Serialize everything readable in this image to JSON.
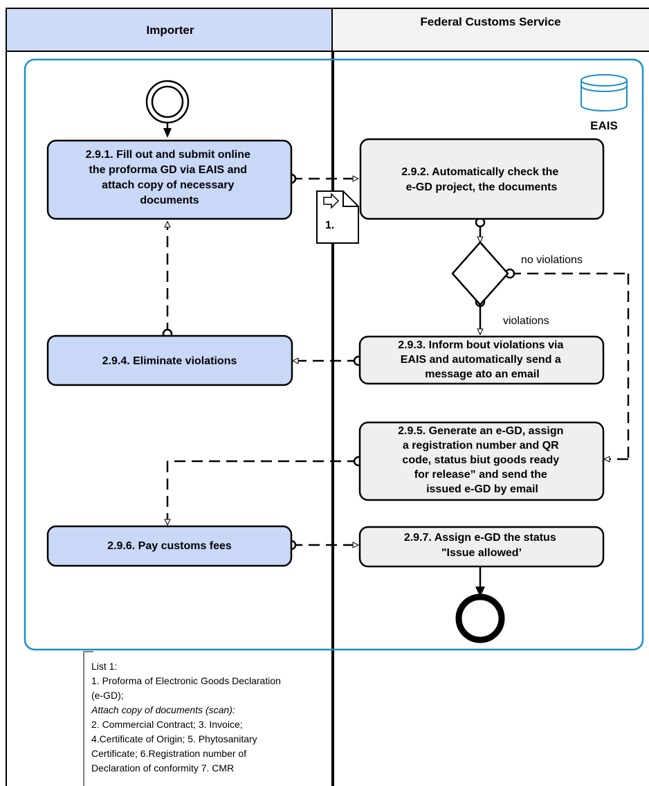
{
  "lanes": {
    "importer": "Importer",
    "customs": "Federal Customs Service"
  },
  "system": {
    "label": "EAIS",
    "icon": "database-icon"
  },
  "steps": {
    "s291": [
      "2.9.1. Fill out and submit online",
      "the proforma GD via  EAIS and",
      "attach copy of necessary",
      "documents"
    ],
    "s292": [
      "2.9.2.  Automatically check the",
      "e-GD project, the documents"
    ],
    "s293": [
      "2.9.3. Inform bout violations via",
      "EAIS and automatically send a",
      "message ato an email"
    ],
    "s294": [
      "2.9.4. Eliminate violations"
    ],
    "s295": [
      "2.9.5. Generate an e-GD, assign",
      "a registration number and QR",
      "code,  status biut goods ready",
      "for release” and  send the",
      "issued e-GD by email"
    ],
    "s296": [
      "2.9.6. Pay customs fees"
    ],
    "s297": [
      "2.9.7. Assign  e-GD the status",
      "\"Issue allowed’"
    ]
  },
  "gateway": {
    "no_violations": "no violations",
    "violations": "violations"
  },
  "document": {
    "label": "1.",
    "icon": "arrow-right-icon"
  },
  "note": {
    "title": "List 1:",
    "line1": "1. Proforma of Electronic Goods Declaration",
    "line2": "(e-GD);",
    "line3": "Attach copy of documents (scan):",
    "line4": "2. Commercial Contract; 3. Invoice;",
    "line5": "4.Certificate of Origin; 5. Phytosanitary",
    "line6": "Certificate; 6.Registration number of",
    "line7": "Declaration of conformity  7. CMR"
  },
  "colors": {
    "importer_fill": "#c9d8f7",
    "customs_fill": "#efefef",
    "header_fill_left": "#cddaf8",
    "header_fill_right": "#f2f2f2",
    "frame": "#1a8fc9"
  }
}
